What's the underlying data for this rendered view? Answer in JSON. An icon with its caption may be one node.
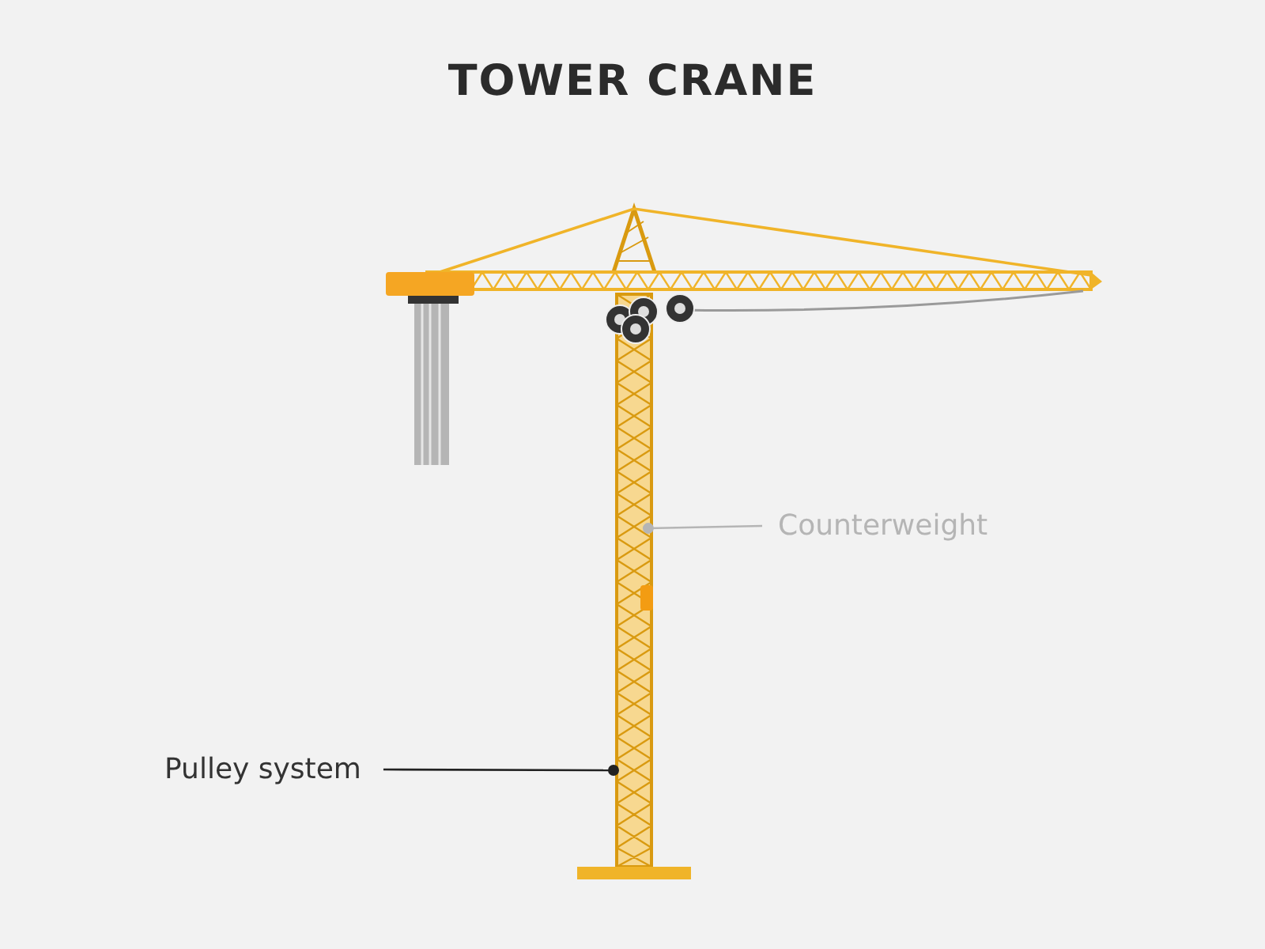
{
  "diagram": {
    "title": "TOWER CRANE",
    "nodes": [
      {
        "text": [
          "Counterweight"
        ]
      },
      {
        "text": [
          "Pulley system"
        ]
      }
    ],
    "edges": [
      {
        "from": 0,
        "to": null,
        "arrow": "other",
        "color": "#b5b5b5"
      },
      {
        "from": 1,
        "to": null,
        "arrow": "other",
        "color": "#222222"
      }
    ]
  }
}
